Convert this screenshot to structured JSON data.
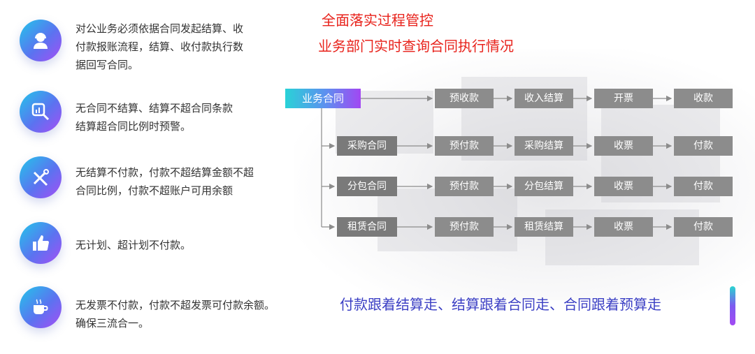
{
  "left_items": [
    {
      "icon": "customer-service-icon",
      "lines": [
        "对公业务必须依据合同发起结算、收",
        "付款报账流程，结算、收付款执行数",
        "据回写合同。"
      ]
    },
    {
      "icon": "data-search-icon",
      "lines": [
        "无合同不结算、结算不超合同条款",
        "结算超合同比例时预警。"
      ]
    },
    {
      "icon": "tools-icon",
      "lines": [
        "无结算不付款，付款不超结算金额不超",
        "合同比例，付款不超账户可用余额"
      ]
    },
    {
      "icon": "thumbs-up-icon",
      "lines": [
        "无计划、超计划不付款。"
      ]
    },
    {
      "icon": "coffee-cup-icon",
      "lines": [
        "无发票不付款，付款不超发票可付款余额。",
        "确保三流合一。"
      ]
    }
  ],
  "header": {
    "line1": "全面落实过程管控",
    "line2": "业务部门实时查询合同执行情况"
  },
  "flow": {
    "root": "业务合同",
    "rows": [
      {
        "steps": [
          "预收款",
          "收入结算",
          "开票",
          "收款"
        ]
      },
      {
        "start": "采购合同",
        "steps": [
          "预付款",
          "采购结算",
          "收票",
          "付款"
        ]
      },
      {
        "start": "分包合同",
        "steps": [
          "预付款",
          "分包结算",
          "收票",
          "付款"
        ]
      },
      {
        "start": "租赁合同",
        "steps": [
          "预付款",
          "租赁结算",
          "收票",
          "付款"
        ]
      }
    ]
  },
  "slogan": "付款跟着结算走、结算跟着合同走、合同跟着预算走",
  "colors": {
    "red": "#e8221b",
    "slogan": "#3b3fc4",
    "node": "#8c8c8c"
  }
}
